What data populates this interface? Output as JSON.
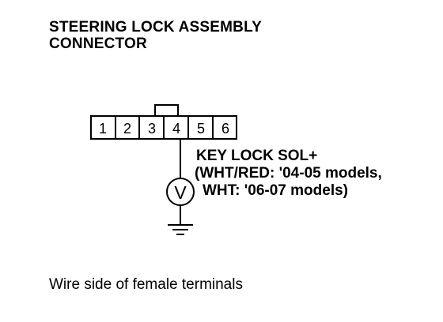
{
  "title": {
    "line1": "STEERING LOCK ASSEMBLY",
    "line2": "CONNECTOR"
  },
  "connector": {
    "pins": [
      "1",
      "2",
      "3",
      "4",
      "5",
      "6"
    ],
    "active_pin": "4"
  },
  "callout": {
    "line1": "KEY LOCK SOL+",
    "line2": "(WHT/RED: '04-05 models,",
    "line3": "WHT: '06-07 models)"
  },
  "meter": {
    "symbol": "V"
  },
  "caption": "Wire side of female terminals"
}
